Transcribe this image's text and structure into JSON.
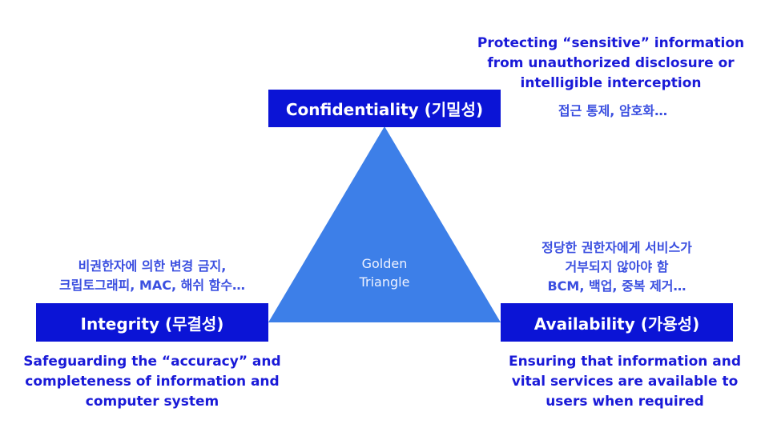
{
  "colors": {
    "box_fill": "#0b14d6",
    "triangle_fill": "#3d7fe8",
    "text_blue": "#1a1ad8"
  },
  "triangle": {
    "line1": "Golden",
    "line2": "Triangle"
  },
  "confidentiality": {
    "label": "Confidentiality (기밀성)",
    "description": [
      "Protecting “sensitive” information",
      "from unauthorized disclosure or",
      "intelligible interception"
    ],
    "examples": "접근 통제, 암호화…"
  },
  "integrity": {
    "label": "Integrity (무결성)",
    "examples": [
      "비권한자에 의한 변경 금지,",
      "크립토그래피, MAC, 해쉬 함수…"
    ],
    "description": [
      "Safeguarding the “accuracy” and",
      "completeness of information and",
      "computer system"
    ]
  },
  "availability": {
    "label": "Availability (가용성)",
    "examples": [
      "정당한 권한자에게 서비스가",
      "거부되지 않아야 함",
      "BCM, 백업, 중복 제거…"
    ],
    "description": [
      "Ensuring that information and",
      "vital services are available to",
      "users when required"
    ]
  }
}
